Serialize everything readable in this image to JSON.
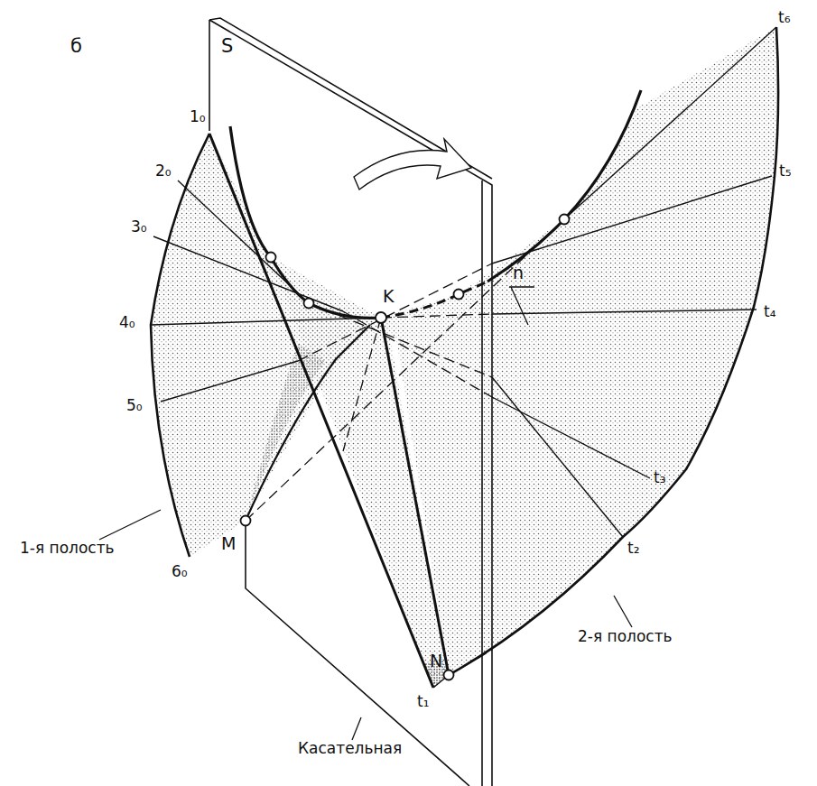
{
  "diagram": {
    "labels": [
      "б",
      "S",
      "1₀",
      "2₀",
      "3₀",
      "4₀",
      "5₀",
      "6₀",
      "K",
      "n",
      "M",
      "N",
      "t₁",
      "t₂",
      "t₃",
      "t₄",
      "t₅",
      "t₆",
      "1-я полость",
      "2-я полость",
      "Касательная"
    ]
  }
}
